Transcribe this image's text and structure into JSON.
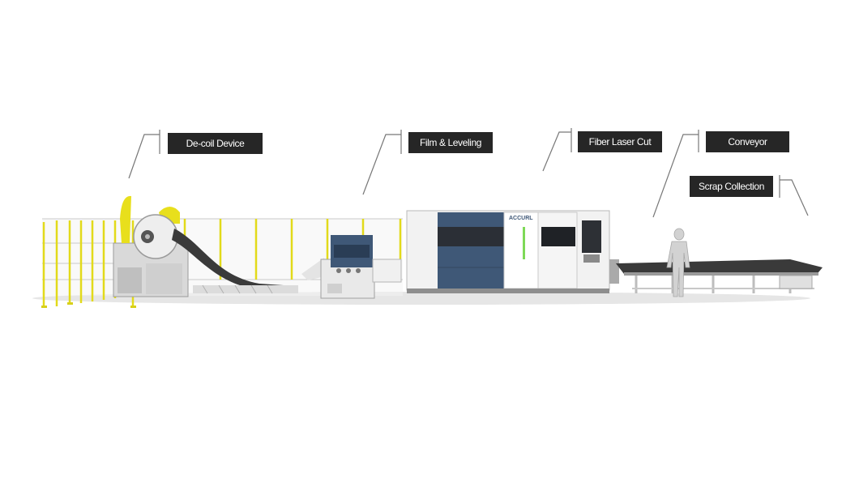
{
  "labels": {
    "decoil": "De-coil Device",
    "film_leveling": "Film & Leveling",
    "fiber_laser": "Fiber Laser Cut",
    "conveyor": "Conveyor",
    "scrap": "Scrap Collection"
  },
  "brand": "ACCURL",
  "colors": {
    "label_bg": "#262626",
    "accent_yellow": "#e8df1c",
    "machine_blue": "#3f5877",
    "machine_white": "#f2f2f2"
  }
}
